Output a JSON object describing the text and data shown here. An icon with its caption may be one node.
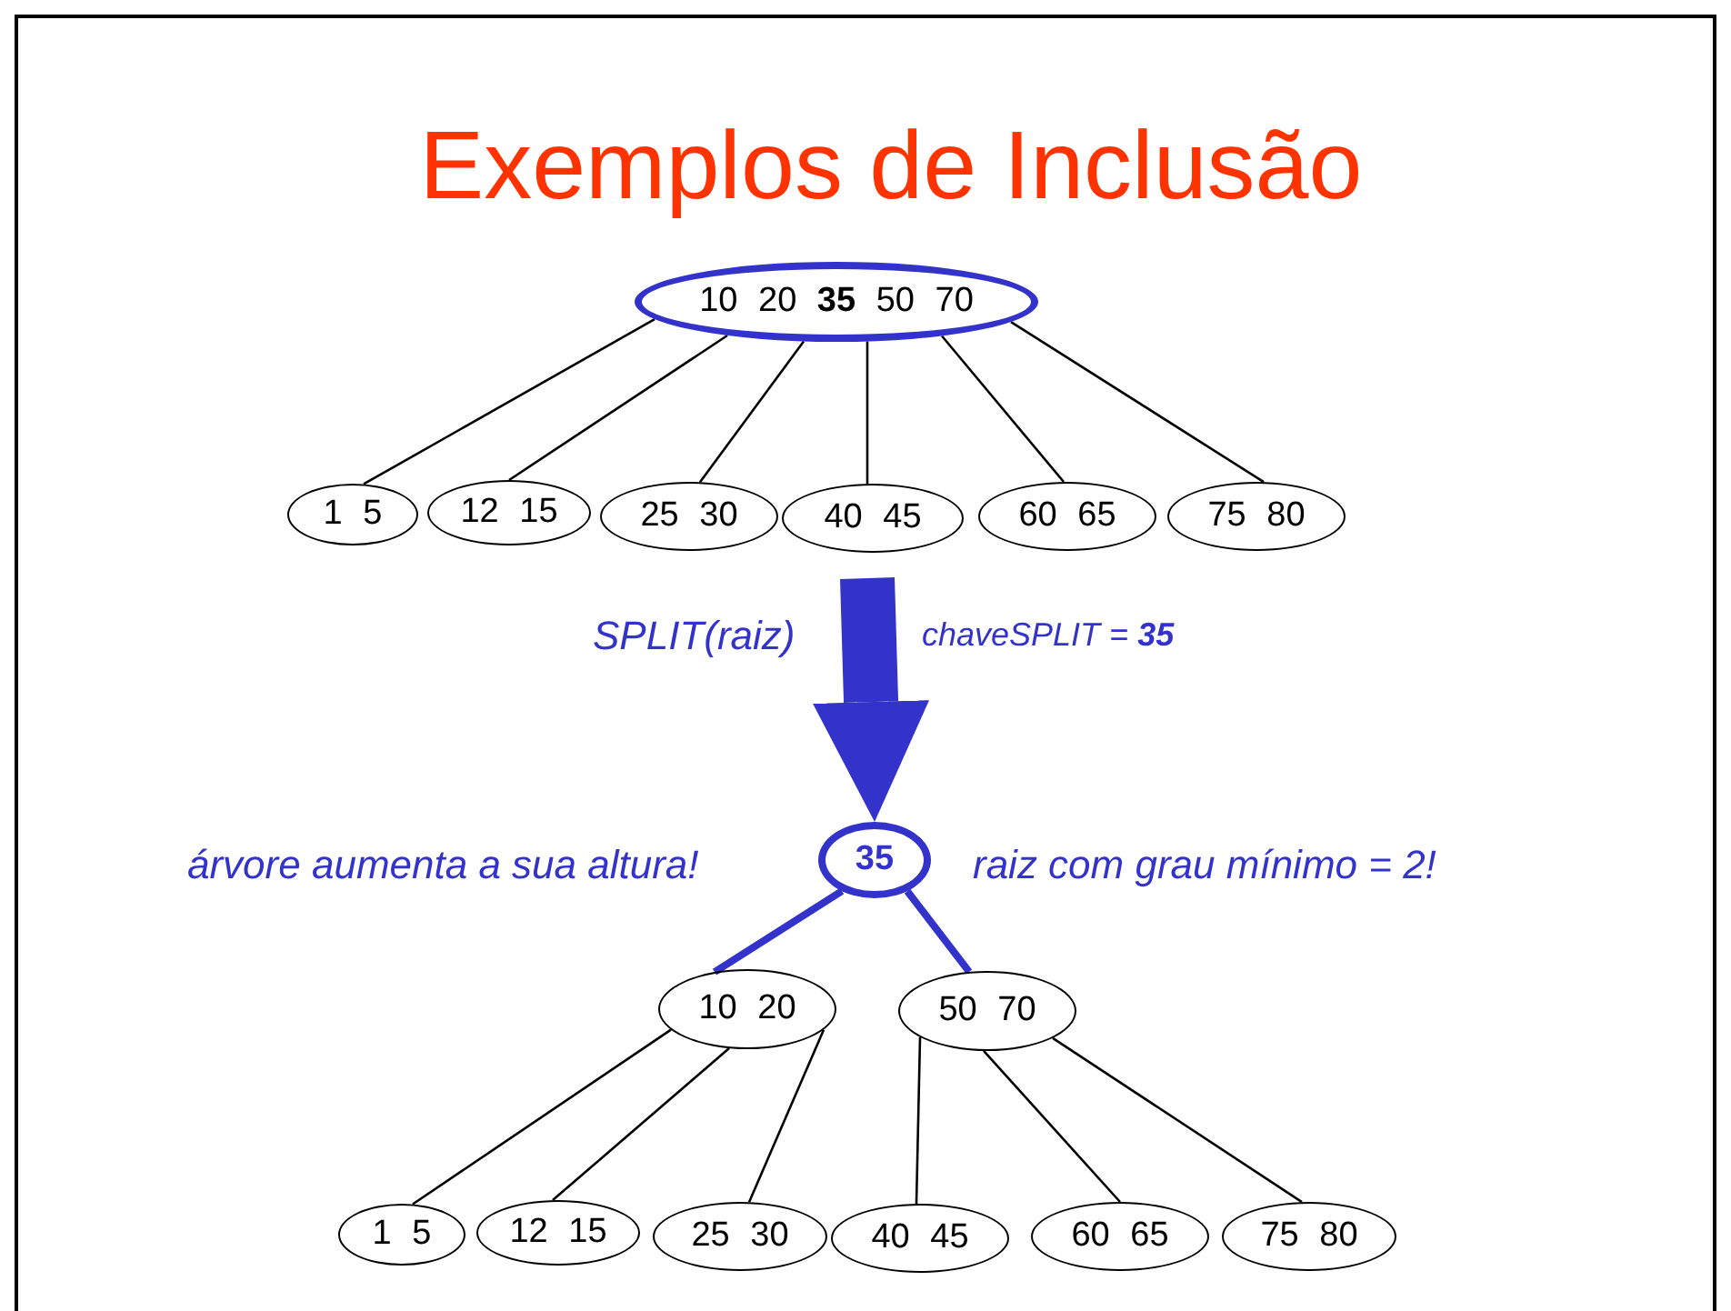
{
  "diagram": {
    "title": "Exemplos de Inclusão",
    "nodes": [
      {
        "text": [
          "10 20 **35** 50 70"
        ]
      },
      {
        "text": [
          "1 5"
        ]
      },
      {
        "text": [
          "12 15"
        ]
      },
      {
        "text": [
          "25 30"
        ]
      },
      {
        "text": [
          "40 45"
        ]
      },
      {
        "text": [
          "60 65"
        ]
      },
      {
        "text": [
          "75 80"
        ]
      },
      {
        "text": [
          "35"
        ]
      },
      {
        "text": [
          "10 20"
        ]
      },
      {
        "text": [
          "50 70"
        ]
      },
      {
        "text": [
          "1 5"
        ]
      },
      {
        "text": [
          "12 15"
        ]
      },
      {
        "text": [
          "25 30"
        ]
      },
      {
        "text": [
          "40 45"
        ]
      },
      {
        "text": [
          "60 65"
        ]
      },
      {
        "text": [
          "75 80"
        ]
      }
    ],
    "edges": [
      {
        "from": 0,
        "to": 1,
        "arrow": "none"
      },
      {
        "from": 0,
        "to": 2,
        "arrow": "none"
      },
      {
        "from": 0,
        "to": 3,
        "arrow": "none"
      },
      {
        "from": 0,
        "to": 4,
        "arrow": "none"
      },
      {
        "from": 0,
        "to": 5,
        "arrow": "none"
      },
      {
        "from": 0,
        "to": 6,
        "arrow": "none"
      },
      {
        "from": 7,
        "to": 8,
        "arrow": "none",
        "style": "thick",
        "color": "#3333cc"
      },
      {
        "from": 7,
        "to": 9,
        "arrow": "none",
        "style": "thick",
        "color": "#3333cc"
      },
      {
        "from": 8,
        "to": 10,
        "arrow": "none"
      },
      {
        "from": 8,
        "to": 11,
        "arrow": "none"
      },
      {
        "from": 8,
        "to": 12,
        "arrow": "none"
      },
      {
        "from": 9,
        "to": 13,
        "arrow": "none"
      },
      {
        "from": 9,
        "to": 14,
        "arrow": "none"
      },
      {
        "from": 9,
        "to": 15,
        "arrow": "none"
      },
      {
        "from": null,
        "to": 7,
        "arrow": "to",
        "style": "thick",
        "color": "#3333cc"
      }
    ],
    "labels": [
      "SPLIT(raiz)",
      "chaveSPLIT = **35**",
      "árvore aumenta a sua altura!",
      "raiz com grau mínimo = 2!"
    ]
  }
}
